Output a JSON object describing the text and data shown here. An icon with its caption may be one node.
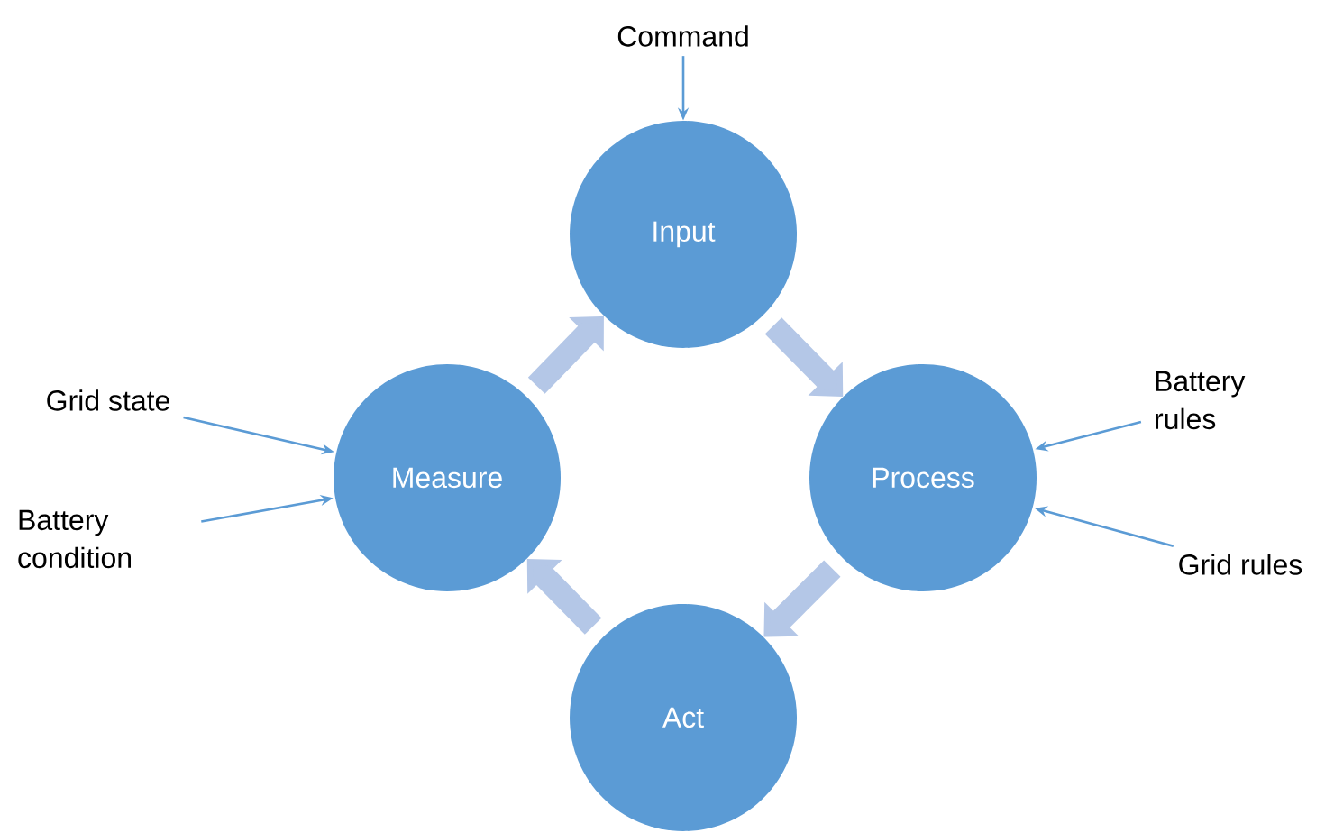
{
  "diagram": {
    "nodes": [
      {
        "text": [
          "Input"
        ]
      },
      {
        "text": [
          "Process"
        ]
      },
      {
        "text": [
          "Act"
        ]
      },
      {
        "text": [
          "Measure"
        ]
      },
      {
        "text": [
          "Command"
        ]
      },
      {
        "text": [
          "Grid state"
        ]
      },
      {
        "text": [
          "Battery condition"
        ]
      },
      {
        "text": [
          "Battery rules"
        ]
      },
      {
        "text": [
          "Grid rules"
        ]
      }
    ],
    "edges": [
      {
        "from": 0,
        "to": 1,
        "arrow": "to",
        "style": "thick",
        "color": "#b4c7e7"
      },
      {
        "from": 1,
        "to": 2,
        "arrow": "to",
        "style": "thick",
        "color": "#b4c7e7"
      },
      {
        "from": 2,
        "to": 3,
        "arrow": "to",
        "style": "thick",
        "color": "#b4c7e7"
      },
      {
        "from": 3,
        "to": 0,
        "arrow": "to",
        "style": "thick",
        "color": "#b4c7e7"
      },
      {
        "from": 4,
        "to": 0,
        "arrow": "to"
      },
      {
        "from": 5,
        "to": 3,
        "arrow": "to"
      },
      {
        "from": 6,
        "to": 3,
        "arrow": "to"
      },
      {
        "from": 7,
        "to": 1,
        "arrow": "to"
      },
      {
        "from": 8,
        "to": 1,
        "arrow": "to"
      }
    ]
  }
}
